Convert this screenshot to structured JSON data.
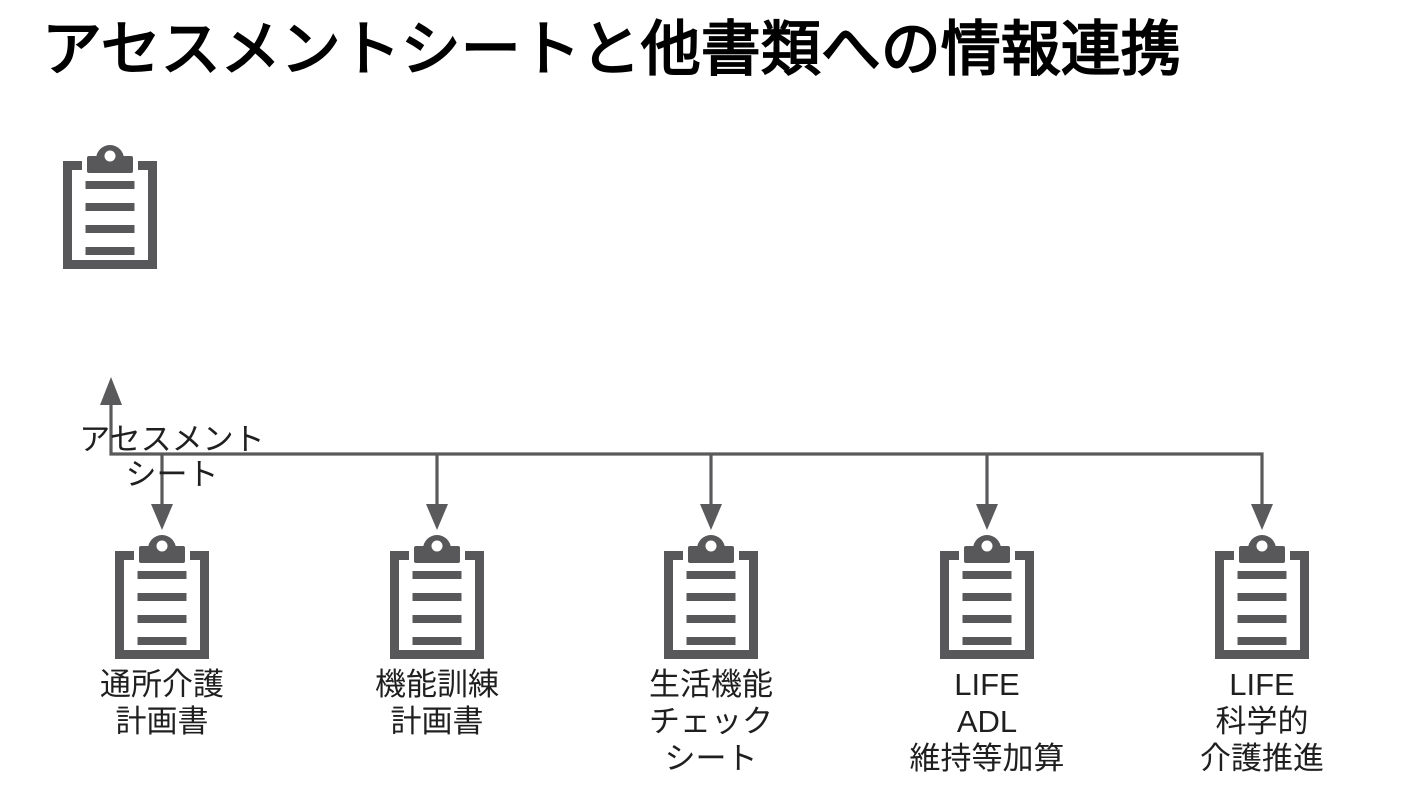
{
  "title": "アセスメントシートと他書類への情報連携",
  "source": {
    "icon": "clipboard-icon",
    "label_lines": [
      "アセスメント",
      "シート"
    ]
  },
  "targets": [
    {
      "icon": "clipboard-icon",
      "label_lines": [
        "通所介護",
        "計画書"
      ]
    },
    {
      "icon": "clipboard-icon",
      "label_lines": [
        "機能訓練",
        "計画書"
      ]
    },
    {
      "icon": "clipboard-icon",
      "label_lines": [
        "生活機能",
        "チェック",
        "シート"
      ]
    },
    {
      "icon": "clipboard-icon",
      "label_lines": [
        "LIFE",
        "ADL",
        "維持等加算"
      ]
    },
    {
      "icon": "clipboard-icon",
      "label_lines": [
        "LIFE",
        "科学的",
        "介護推進"
      ]
    }
  ],
  "colors": {
    "background": "#ffffff",
    "icon": "#58585a",
    "arrow": "#5a5a5c",
    "title_text": "#000000",
    "label_text": "#1f1f1f"
  }
}
